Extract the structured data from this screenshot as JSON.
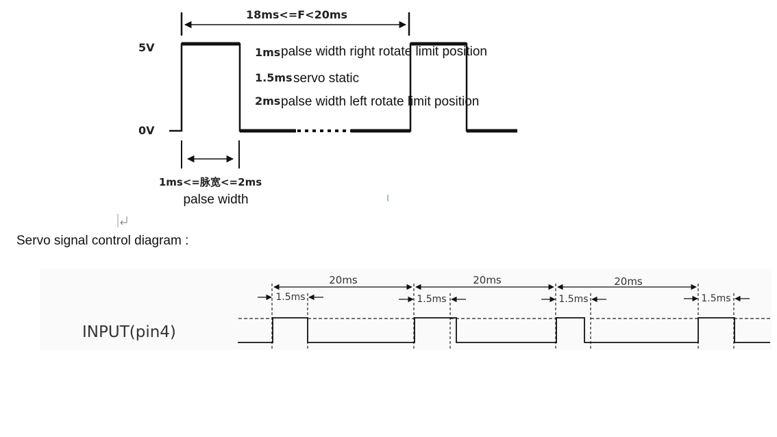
{
  "top_diagram": {
    "period_label": "18ms<=F<20ms",
    "level_high": "5V",
    "level_low": "0V",
    "pulse_range_label": "1ms<=脉宽<=2ms",
    "pulse_caption": "palse width",
    "legend": [
      {
        "duration": "1ms",
        "text": "palse width right rotate limit position"
      },
      {
        "duration": "1.5ms",
        "text": "servo static"
      },
      {
        "duration": "2ms",
        "text": "palse width left rotate limit position"
      }
    ]
  },
  "caption": "Servo signal control diagram :",
  "bottom_diagram": {
    "signal_label": "INPUT(pin4)",
    "period_labels": [
      "20ms",
      "20ms",
      "20ms"
    ],
    "pulse_labels": [
      "1.5ms",
      "1.5ms",
      "1.5ms",
      "1.5ms"
    ]
  }
}
